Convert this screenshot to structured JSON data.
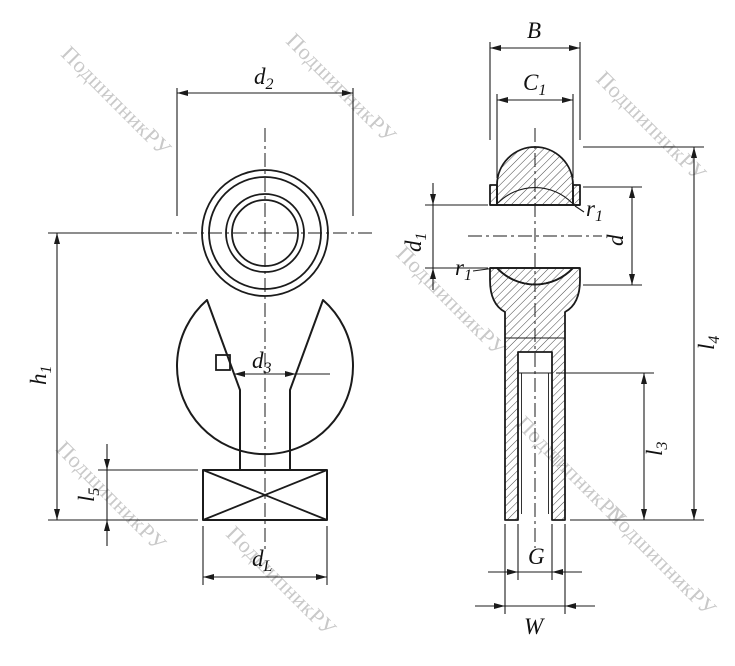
{
  "watermark": {
    "text": "ПодшипникРУ"
  },
  "labels": {
    "d2": {
      "base": "d",
      "sub": "2"
    },
    "h1": {
      "base": "h",
      "sub": "1"
    },
    "d3": {
      "base": "d",
      "sub": "3"
    },
    "l5": {
      "base": "l",
      "sub": "5"
    },
    "dL": {
      "base": "d",
      "sub": "L"
    },
    "B": {
      "base": "B",
      "sub": ""
    },
    "C1": {
      "base": "C",
      "sub": "1"
    },
    "d1": {
      "base": "d",
      "sub": "1"
    },
    "r1": {
      "base": "r",
      "sub": "1"
    },
    "d": {
      "base": "d",
      "sub": ""
    },
    "l4": {
      "base": "l",
      "sub": "4"
    },
    "l3": {
      "base": "l",
      "sub": "3"
    },
    "G": {
      "base": "G",
      "sub": ""
    },
    "W": {
      "base": "W",
      "sub": ""
    }
  },
  "colors": {
    "line": "#1b1b1b",
    "watermark": "#c9c9c9",
    "hatch": "#333333",
    "background": "#ffffff"
  }
}
